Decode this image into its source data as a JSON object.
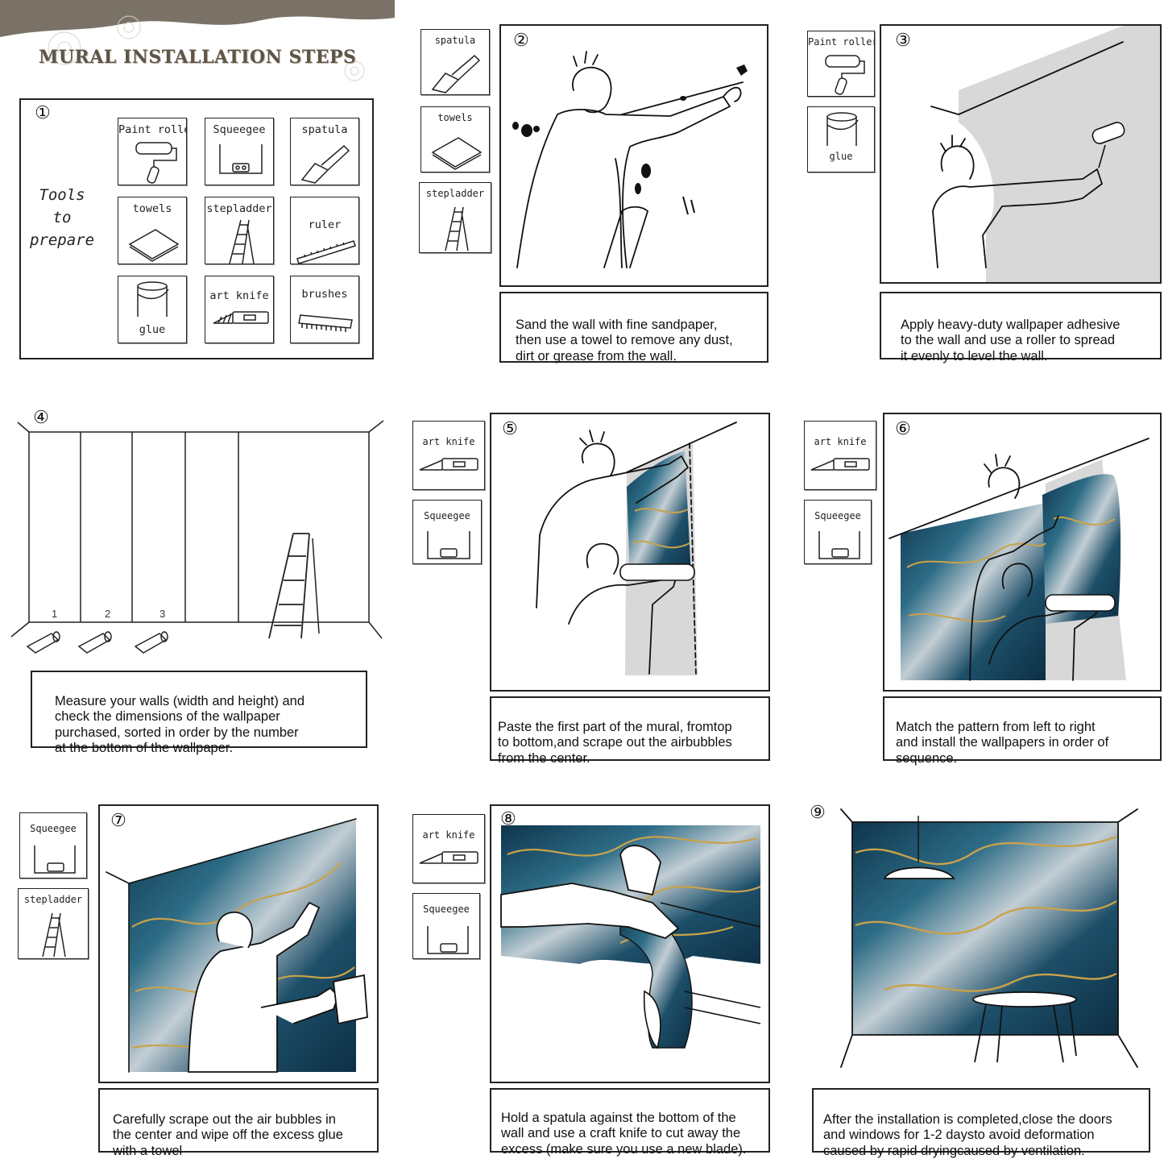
{
  "header": {
    "title": "MURAL INSTALLATION STEPS"
  },
  "steps": [
    {
      "number": "①",
      "tools_label": "Tools\nto\nprepare",
      "tools": [
        "Paint roller",
        "Squeegee",
        "spatula",
        "towels",
        "stepladder",
        "ruler",
        "glue",
        "art knife",
        "brushes"
      ]
    },
    {
      "number": "②",
      "tools": [
        "spatula",
        "towels",
        "stepladder"
      ],
      "caption": "Sand the wall with fine sandpaper,\nthen use a towel to remove any dust,\ndirt or grease from the wall."
    },
    {
      "number": "③",
      "tools": [
        "Paint roller",
        "glue"
      ],
      "caption": "Apply heavy-duty wallpaper adhesive\nto the wall and use a roller to spread\nit evenly to level the wall."
    },
    {
      "number": "④",
      "roll_numbers": [
        "1",
        "2",
        "3"
      ],
      "caption": "Measure your walls (width and height) and\ncheck the dimensions of the wallpaper\npurchased, sorted in order by the number\nat the bottom of the wallpaper."
    },
    {
      "number": "⑤",
      "tools": [
        "art knife",
        "Squeegee"
      ],
      "caption": "Paste the first part of the mural, fromtop\n to bottom,and scrape out the airbubbles\n from the center."
    },
    {
      "number": "⑥",
      "tools": [
        "art knife",
        "Squeegee"
      ],
      "caption": "Match the pattern from left to right\nand install the wallpapers in order of\n sequence."
    },
    {
      "number": "⑦",
      "tools": [
        "Squeegee",
        "stepladder"
      ],
      "caption": "Carefully scrape out the air bubbles in\nthe center and wipe off the excess glue\n with a towel"
    },
    {
      "number": "⑧",
      "tools": [
        "art knife",
        "Squeegee"
      ],
      "caption": "Hold a spatula against the bottom of the\nwall and use a craft knife to cut away the\nexcess (make sure you use a new blade)."
    },
    {
      "number": "⑨",
      "caption": "After the installation is completed,close the doors\n and windows for 1-2 daysto avoid deformation\ncaused by rapid dryingcaused by ventilation."
    }
  ],
  "colors": {
    "header_band": "#7a7266",
    "title": "#5e5548",
    "marble_dark": "#123a52",
    "marble_mid": "#2f6f86",
    "marble_light": "#c9d3d8",
    "gold": "#c9a24a",
    "wall_grey": "#d8d8d8"
  }
}
